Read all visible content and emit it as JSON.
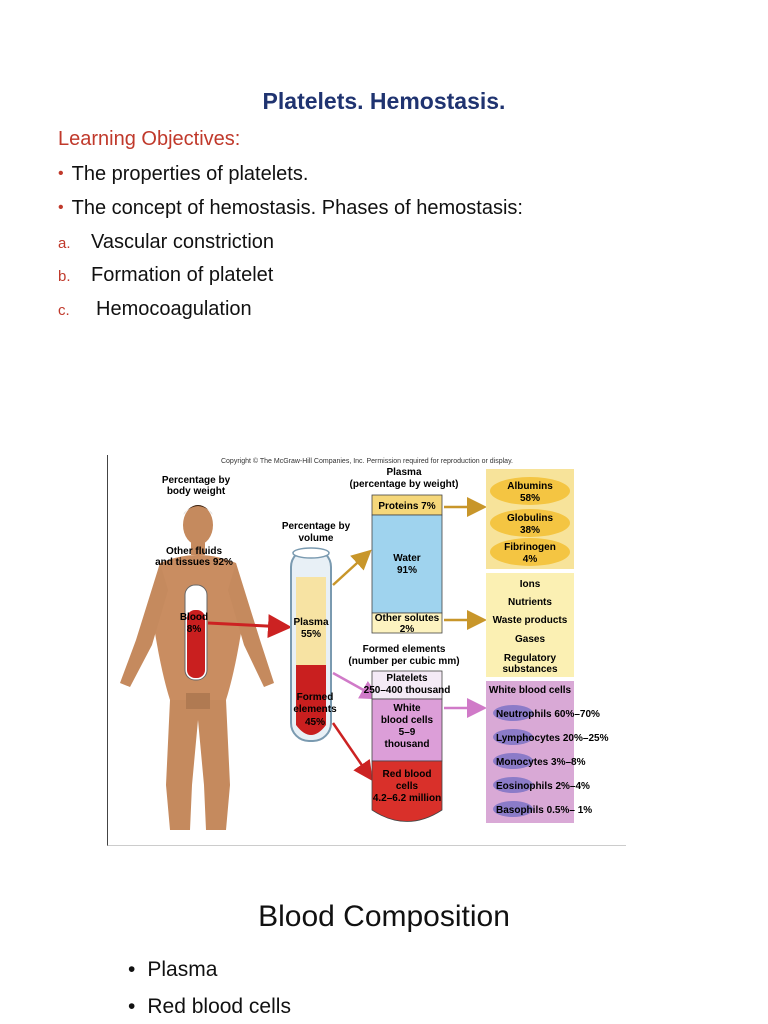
{
  "title": "Platelets. Hemostasis.",
  "objectives": {
    "heading": "Learning Objectives:",
    "bullets": [
      "The properties of platelets.",
      "The concept of hemostasis. Phases of hemostasis:"
    ],
    "list": [
      {
        "marker": "a.",
        "text": "Vascular constriction"
      },
      {
        "marker": "b.",
        "text": "Formation of platelet"
      },
      {
        "marker": "c.",
        "text": "Hemocoagulation"
      }
    ]
  },
  "figure": {
    "copyright": "Copyright © The McGraw-Hill Companies, Inc. Permission required for reproduction or display.",
    "body_weight_label": [
      "Percentage by",
      "body weight"
    ],
    "other_fluids": [
      "Other fluids",
      "and tissues 92%"
    ],
    "blood": [
      "Blood",
      "8%"
    ],
    "volume_label": [
      "Percentage by",
      "volume"
    ],
    "tube_plasma": [
      "Plasma",
      "55%"
    ],
    "tube_formed": [
      "Formed",
      "elements",
      "45%"
    ],
    "plasma_weight_label": [
      "Plasma",
      "(percentage by weight)"
    ],
    "proteins": "Proteins 7%",
    "water": [
      "Water",
      "91%"
    ],
    "other_solutes": [
      "Other solutes",
      "2%"
    ],
    "protein_items": [
      [
        "Albumins",
        "58%"
      ],
      [
        "Globulins",
        "38%"
      ],
      [
        "Fibrinogen",
        "4%"
      ]
    ],
    "solute_items": [
      "Ions",
      "Nutrients",
      "Waste products",
      "Gases",
      "Regulatory",
      "substances"
    ],
    "formed_label": [
      "Formed elements",
      "(number per cubic mm)"
    ],
    "platelets": [
      "Platelets",
      "250–400 thousand"
    ],
    "wbc": [
      "White",
      "blood cells",
      "5–9",
      "thousand"
    ],
    "rbc": [
      "Red blood",
      "cells",
      "4.2–6.2 million"
    ],
    "wbc_header": "White blood cells",
    "wbc_items": [
      "Neutrophils 60%–70%",
      "Lymphocytes 20%–25%",
      "Monocytes 3%–8%",
      "Eosinophils 2%–4%",
      "Basophils 0.5%– 1%"
    ]
  },
  "section2": {
    "title": "Blood Composition",
    "bullets": [
      "Plasma",
      "Red blood cells"
    ]
  }
}
